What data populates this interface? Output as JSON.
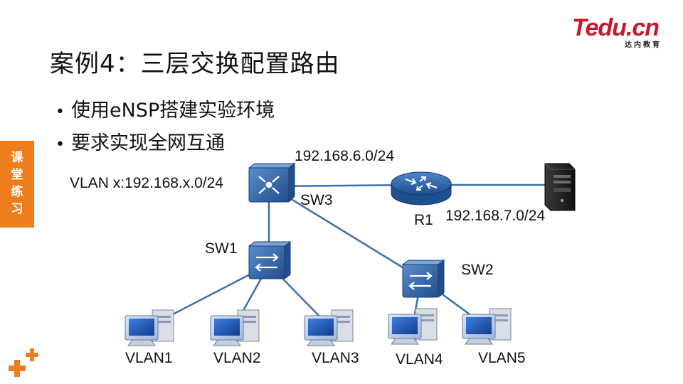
{
  "slide": {
    "title": "案例4：三层交换配置路由",
    "bullets": [
      "使用eNSP搭建实验环境",
      "要求实现全网互通"
    ]
  },
  "logo": {
    "brand": "Tedu.cn",
    "sub": "达内教育"
  },
  "side_tab": {
    "chars": [
      "课",
      "堂",
      "练",
      "习"
    ]
  },
  "diagram": {
    "vlan_note": "VLAN x:192.168.x.0/24",
    "net6": "192.168.6.0/24",
    "net7": "192.168.7.0/24",
    "devices": {
      "sw3": "SW3",
      "sw1": "SW1",
      "sw2": "SW2",
      "r1": "R1"
    },
    "pcs": [
      "VLAN1",
      "VLAN2",
      "VLAN3",
      "VLAN4",
      "VLAN5"
    ]
  },
  "colors": {
    "accent": "#ee7d1b",
    "brand": "#c8182d",
    "link": "#3f6fa8",
    "device": "#2f64a5"
  }
}
